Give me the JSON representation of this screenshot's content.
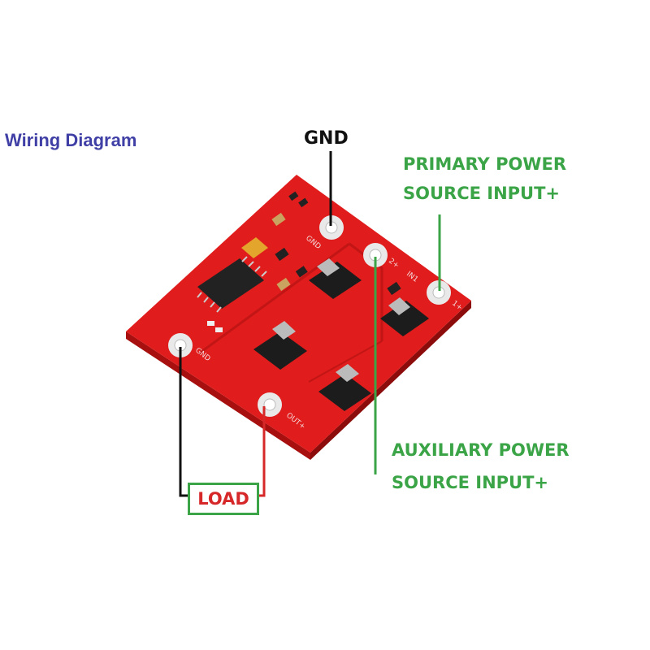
{
  "title": "Wiring Diagram",
  "labels": {
    "gnd_top": "GND",
    "primary_line1": "PRIMARY POWER",
    "primary_line2": "SOURCE INPUT+",
    "aux_line1": "AUXILIARY POWER",
    "aux_line2": "SOURCE INPUT+",
    "load": "LOAD"
  },
  "silkscreen": {
    "gnd_top": "GND",
    "gnd_left": "GND",
    "in2": "2+",
    "in1": "IN1",
    "in1_plus": "1+",
    "out": "OUT+"
  },
  "colors": {
    "board": "#e01c1c",
    "title": "#3f3fa6",
    "green_label": "#3aa447",
    "load_text": "#d62828",
    "wire_black": "#111111",
    "wire_red": "#d62828"
  }
}
